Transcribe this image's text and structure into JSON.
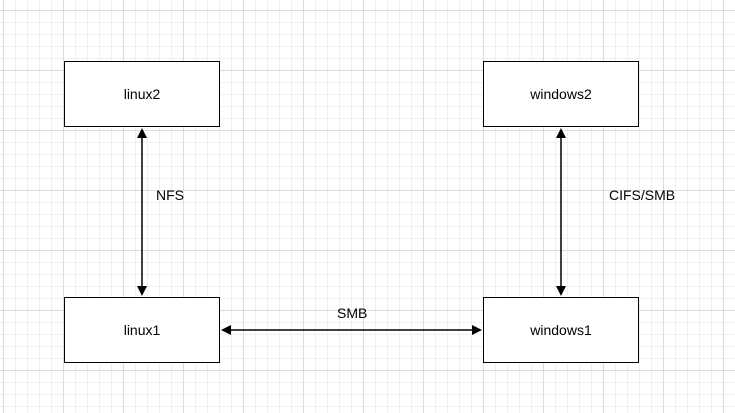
{
  "nodes": {
    "linux2": "linux2",
    "windows2": "windows2",
    "linux1": "linux1",
    "windows1": "windows1"
  },
  "edges": {
    "linux1_linux2": "NFS",
    "windows1_windows2": "CIFS/SMB",
    "linux1_windows1": "SMB"
  },
  "colors": {
    "grid": "#dcdcdc",
    "stroke": "#000000"
  }
}
